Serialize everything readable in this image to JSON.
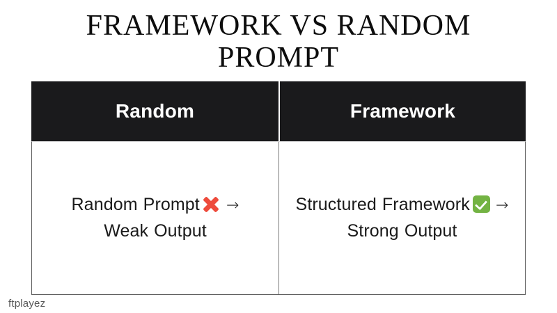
{
  "page": {
    "background_color": "#ffffff",
    "title": "FRAMEWORK VS RANDOM PROMPT"
  },
  "table": {
    "header_background_color": "#1a1a1c",
    "header_text_color": "#ffffff",
    "columns": [
      {
        "key": "random",
        "label": "Random"
      },
      {
        "key": "framework",
        "label": "Framework"
      }
    ],
    "rows": [
      {
        "random": {
          "text_before_icon": "Random Prompt",
          "icon": "cross-mark-icon",
          "icon_color": "#ee4b3c",
          "arrow": "→",
          "text_after_icon": "Weak Output",
          "full_text": "Random Prompt ❌ → Weak Output"
        },
        "framework": {
          "text_before_icon": "Structured Framework",
          "icon": "check-mark-button-icon",
          "icon_color": "#73b343",
          "arrow": "→",
          "text_after_icon": "Strong Output",
          "full_text": "Structured Framework ✅ → Strong Output"
        }
      }
    ]
  },
  "watermark": {
    "text": "ftplayez",
    "color": "#575757"
  }
}
